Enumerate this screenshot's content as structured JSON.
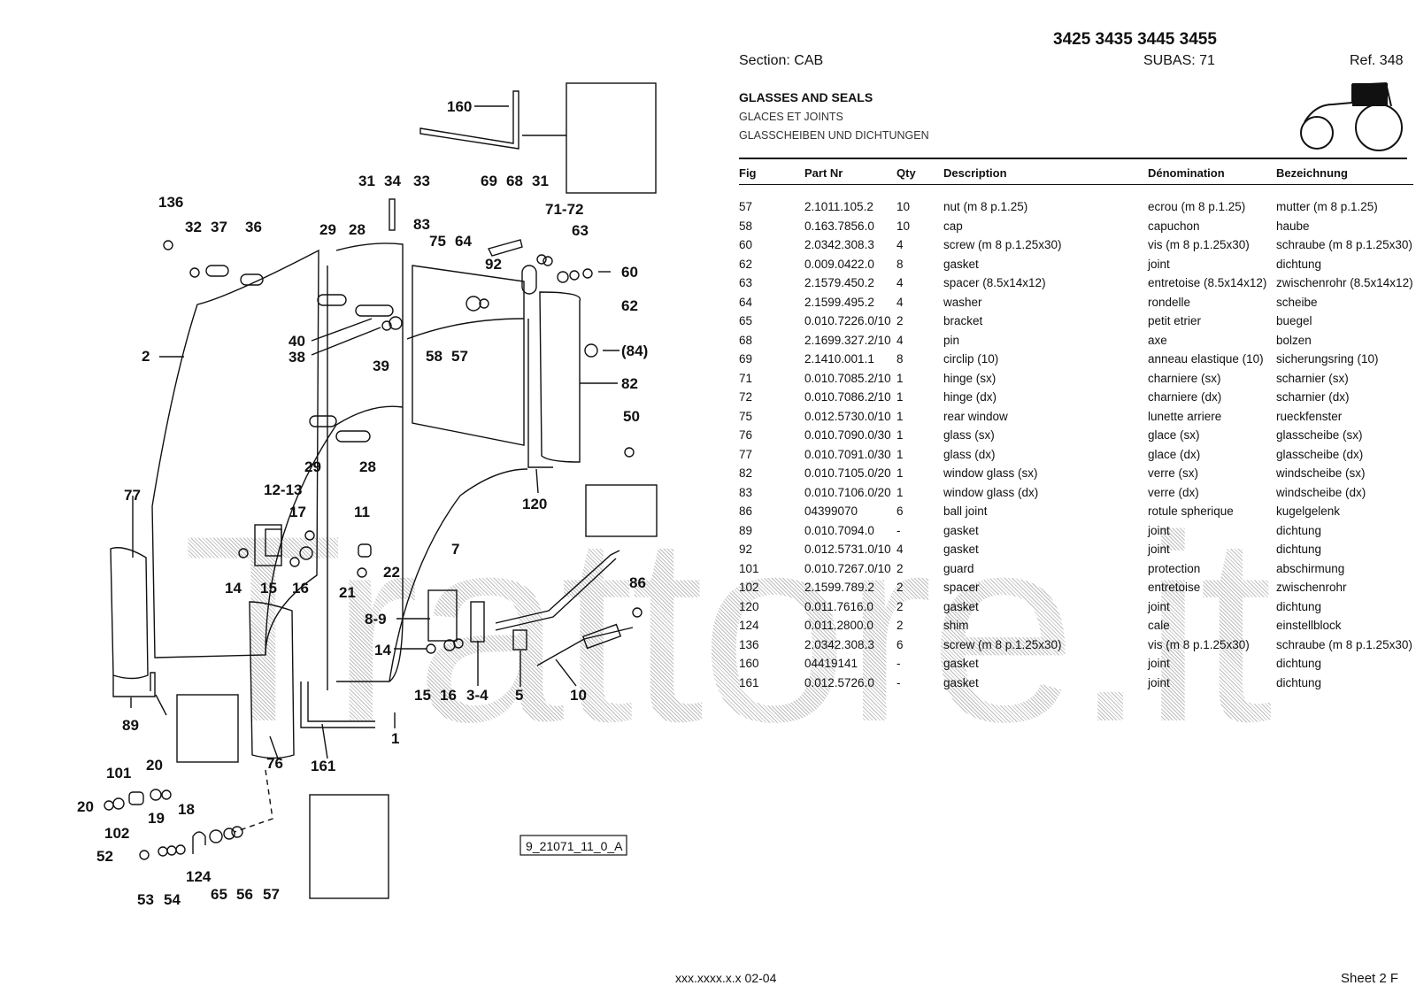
{
  "header": {
    "models": "3425 3435 3445 3455",
    "section": "Section: CAB",
    "subas": "SUBAS: 71",
    "ref": "Ref. 348"
  },
  "title": {
    "en": "GLASSES AND SEALS",
    "fr": "GLACES ET JOINTS",
    "de": "GLASSCHEIBEN UND DICHTUNGEN"
  },
  "table": {
    "headers": [
      "Fig",
      "Part Nr",
      "Qty",
      "Description",
      "Dénomination",
      "Bezeichnung"
    ],
    "rows": [
      [
        "57",
        "2.1011.105.2",
        "10",
        "nut (m 8 p.1.25)",
        "ecrou (m 8 p.1.25)",
        "mutter (m 8 p.1.25)"
      ],
      [
        "58",
        "0.163.7856.0",
        "10",
        "cap",
        "capuchon",
        "haube"
      ],
      [
        "60",
        "2.0342.308.3",
        "4",
        "screw (m 8 p.1.25x30)",
        "vis (m 8 p.1.25x30)",
        "schraube (m 8 p.1.25x30)"
      ],
      [
        "62",
        "0.009.0422.0",
        "8",
        "gasket",
        "joint",
        "dichtung"
      ],
      [
        "63",
        "2.1579.450.2",
        "4",
        "spacer (8.5x14x12)",
        "entretoise (8.5x14x12)",
        "zwischenrohr (8.5x14x12)"
      ],
      [
        "64",
        "2.1599.495.2",
        "4",
        "washer",
        "rondelle",
        "scheibe"
      ],
      [
        "65",
        "0.010.7226.0/10",
        "2",
        "bracket",
        "petit etrier",
        "buegel"
      ],
      [
        "68",
        "2.1699.327.2/10",
        "4",
        "pin",
        "axe",
        "bolzen"
      ],
      [
        "69",
        "2.1410.001.1",
        "8",
        "circlip (10)",
        "anneau elastique (10)",
        "sicherungsring (10)"
      ],
      [
        "71",
        "0.010.7085.2/10",
        "1",
        "hinge (sx)",
        "charniere (sx)",
        "scharnier (sx)"
      ],
      [
        "72",
        "0.010.7086.2/10",
        "1",
        "hinge (dx)",
        "charniere (dx)",
        "scharnier (dx)"
      ],
      [
        "75",
        "0.012.5730.0/10",
        "1",
        "rear window",
        "lunette arriere",
        "rueckfenster"
      ],
      [
        "76",
        "0.010.7090.0/30",
        "1",
        "glass (sx)",
        "glace (sx)",
        "glasscheibe (sx)"
      ],
      [
        "77",
        "0.010.7091.0/30",
        "1",
        "glass (dx)",
        "glace (dx)",
        "glasscheibe (dx)"
      ],
      [
        "82",
        "0.010.7105.0/20",
        "1",
        "window glass (sx)",
        "verre (sx)",
        "windscheibe (sx)"
      ],
      [
        "83",
        "0.010.7106.0/20",
        "1",
        "window glass (dx)",
        "verre (dx)",
        "windscheibe (dx)"
      ],
      [
        "86",
        "04399070",
        "6",
        "ball joint",
        "rotule spherique",
        "kugelgelenk"
      ],
      [
        "89",
        "0.010.7094.0",
        "-",
        "gasket",
        "joint",
        "dichtung"
      ],
      [
        "92",
        "0.012.5731.0/10",
        "4",
        "gasket",
        "joint",
        "dichtung"
      ],
      [
        "101",
        "0.010.7267.0/10",
        "2",
        "guard",
        "protection",
        "abschirmung"
      ],
      [
        "102",
        "2.1599.789.2",
        "2",
        "spacer",
        "entretoise",
        "zwischenrohr"
      ],
      [
        "120",
        "0.011.7616.0",
        "2",
        "gasket",
        "joint",
        "dichtung"
      ],
      [
        "124",
        "0.011.2800.0",
        "2",
        "shim",
        "cale",
        "einstellblock"
      ],
      [
        "136",
        "2.0342.308.3",
        "6",
        "screw (m 8 p.1.25x30)",
        "vis (m 8 p.1.25x30)",
        "schraube (m 8 p.1.25x30)"
      ],
      [
        "160",
        "04419141",
        "-",
        "gasket",
        "joint",
        "dichtung"
      ],
      [
        "161",
        "0.012.5726.0",
        "-",
        "gasket",
        "joint",
        "dichtung"
      ]
    ]
  },
  "drawing": {
    "code": "9_21071_11_0_A",
    "callouts": [
      "160",
      "31",
      "34",
      "33",
      "69",
      "68",
      "31",
      "71-72",
      "63",
      "136",
      "32",
      "37",
      "36",
      "29",
      "28",
      "83",
      "75",
      "64",
      "92",
      "60",
      "62",
      "2",
      "40",
      "38",
      "39",
      "58",
      "57",
      "(84)",
      "82",
      "50",
      "29",
      "28",
      "77",
      "12-13",
      "17",
      "11",
      "14",
      "15",
      "16",
      "21",
      "22",
      "7",
      "120",
      "8-9",
      "86",
      "14",
      "15",
      "16",
      "3-4",
      "5",
      "10",
      "89",
      "76",
      "161",
      "1",
      "101",
      "20",
      "18",
      "19",
      "20",
      "102",
      "52",
      "53",
      "54",
      "124",
      "65",
      "56",
      "57"
    ]
  },
  "watermark": "Trattore.it",
  "footer": {
    "code": "xxx.xxxx.x.x  02-04",
    "sheet": "Sheet 2 F"
  }
}
